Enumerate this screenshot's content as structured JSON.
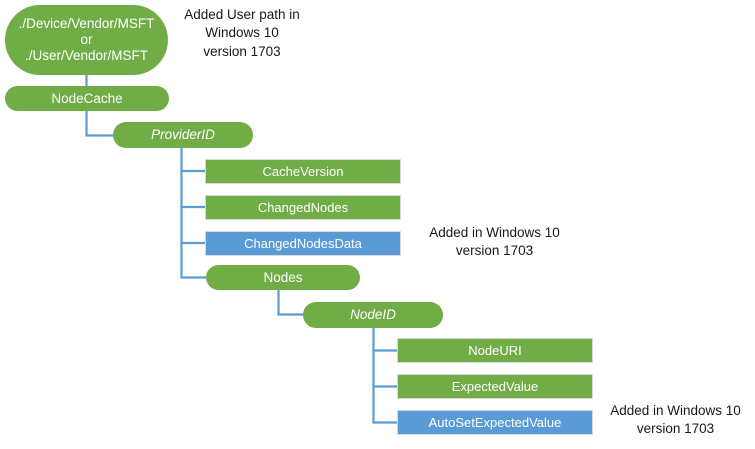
{
  "diagram": {
    "title": "NodeCache CSP tree",
    "background_color": "#ffffff",
    "colors": {
      "green": "#70AD47",
      "blue": "#5B9BD5",
      "connector": "#5B9BD5",
      "rect_border": "#D9D9D9",
      "node_text": "#ffffff",
      "annotation_text": "#181818"
    },
    "nodes": {
      "root": "./Device/Vendor/MSFT\nor\n./User/Vendor/MSFT",
      "node_cache": "NodeCache",
      "provider_id": "ProviderID",
      "cache_version": "CacheVersion",
      "changed_nodes": "ChangedNodes",
      "changed_nodes_data": "ChangedNodesData",
      "nodes": "Nodes",
      "node_id": "NodeID",
      "node_uri": "NodeURI",
      "expected_value": "ExpectedValue",
      "auto_set_expected_value": "AutoSetExpectedValue"
    },
    "annotations": {
      "root_note": "Added User path in\nWindows 10\nversion 1703",
      "changed_nodes_data_note": "Added in Windows 10\nversion 1703",
      "auto_set_note": "Added in Windows 10\nversion 1703"
    }
  }
}
